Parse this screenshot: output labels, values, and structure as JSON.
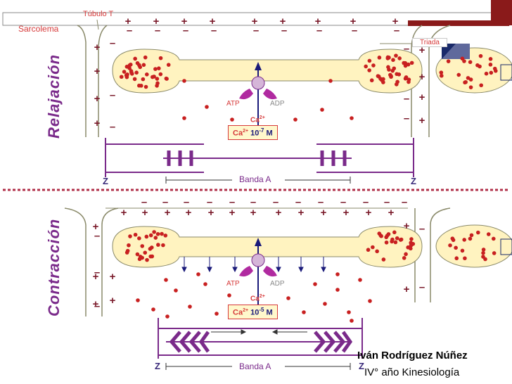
{
  "labels": {
    "tubulo_t": "Túbulo T",
    "sarcolema": "Sarcolema",
    "triada": "Triada",
    "relajacion": "Relajación",
    "contraccion": "Contracción",
    "atp": "ATP",
    "adp": "ADP",
    "ca": "Ca",
    "ca_sup": "2+",
    "ca_relax_value": "10",
    "ca_relax_exp": "-7",
    "ca_contr_value": "10",
    "ca_contr_exp": "-5",
    "unit": "M",
    "banda_a": "Banda A",
    "z": "Z"
  },
  "author": {
    "name": "Iván Rodríguez Núñez",
    "course": "IV° año Kinesiología"
  },
  "colors": {
    "membrane_fill": "#fff3c0",
    "membrane_stroke": "#8a8a6a",
    "ion": "#c82020",
    "accent": "#7a2a8a",
    "title_bar": "#7a1a1a",
    "sign": "#7a1a2a"
  }
}
